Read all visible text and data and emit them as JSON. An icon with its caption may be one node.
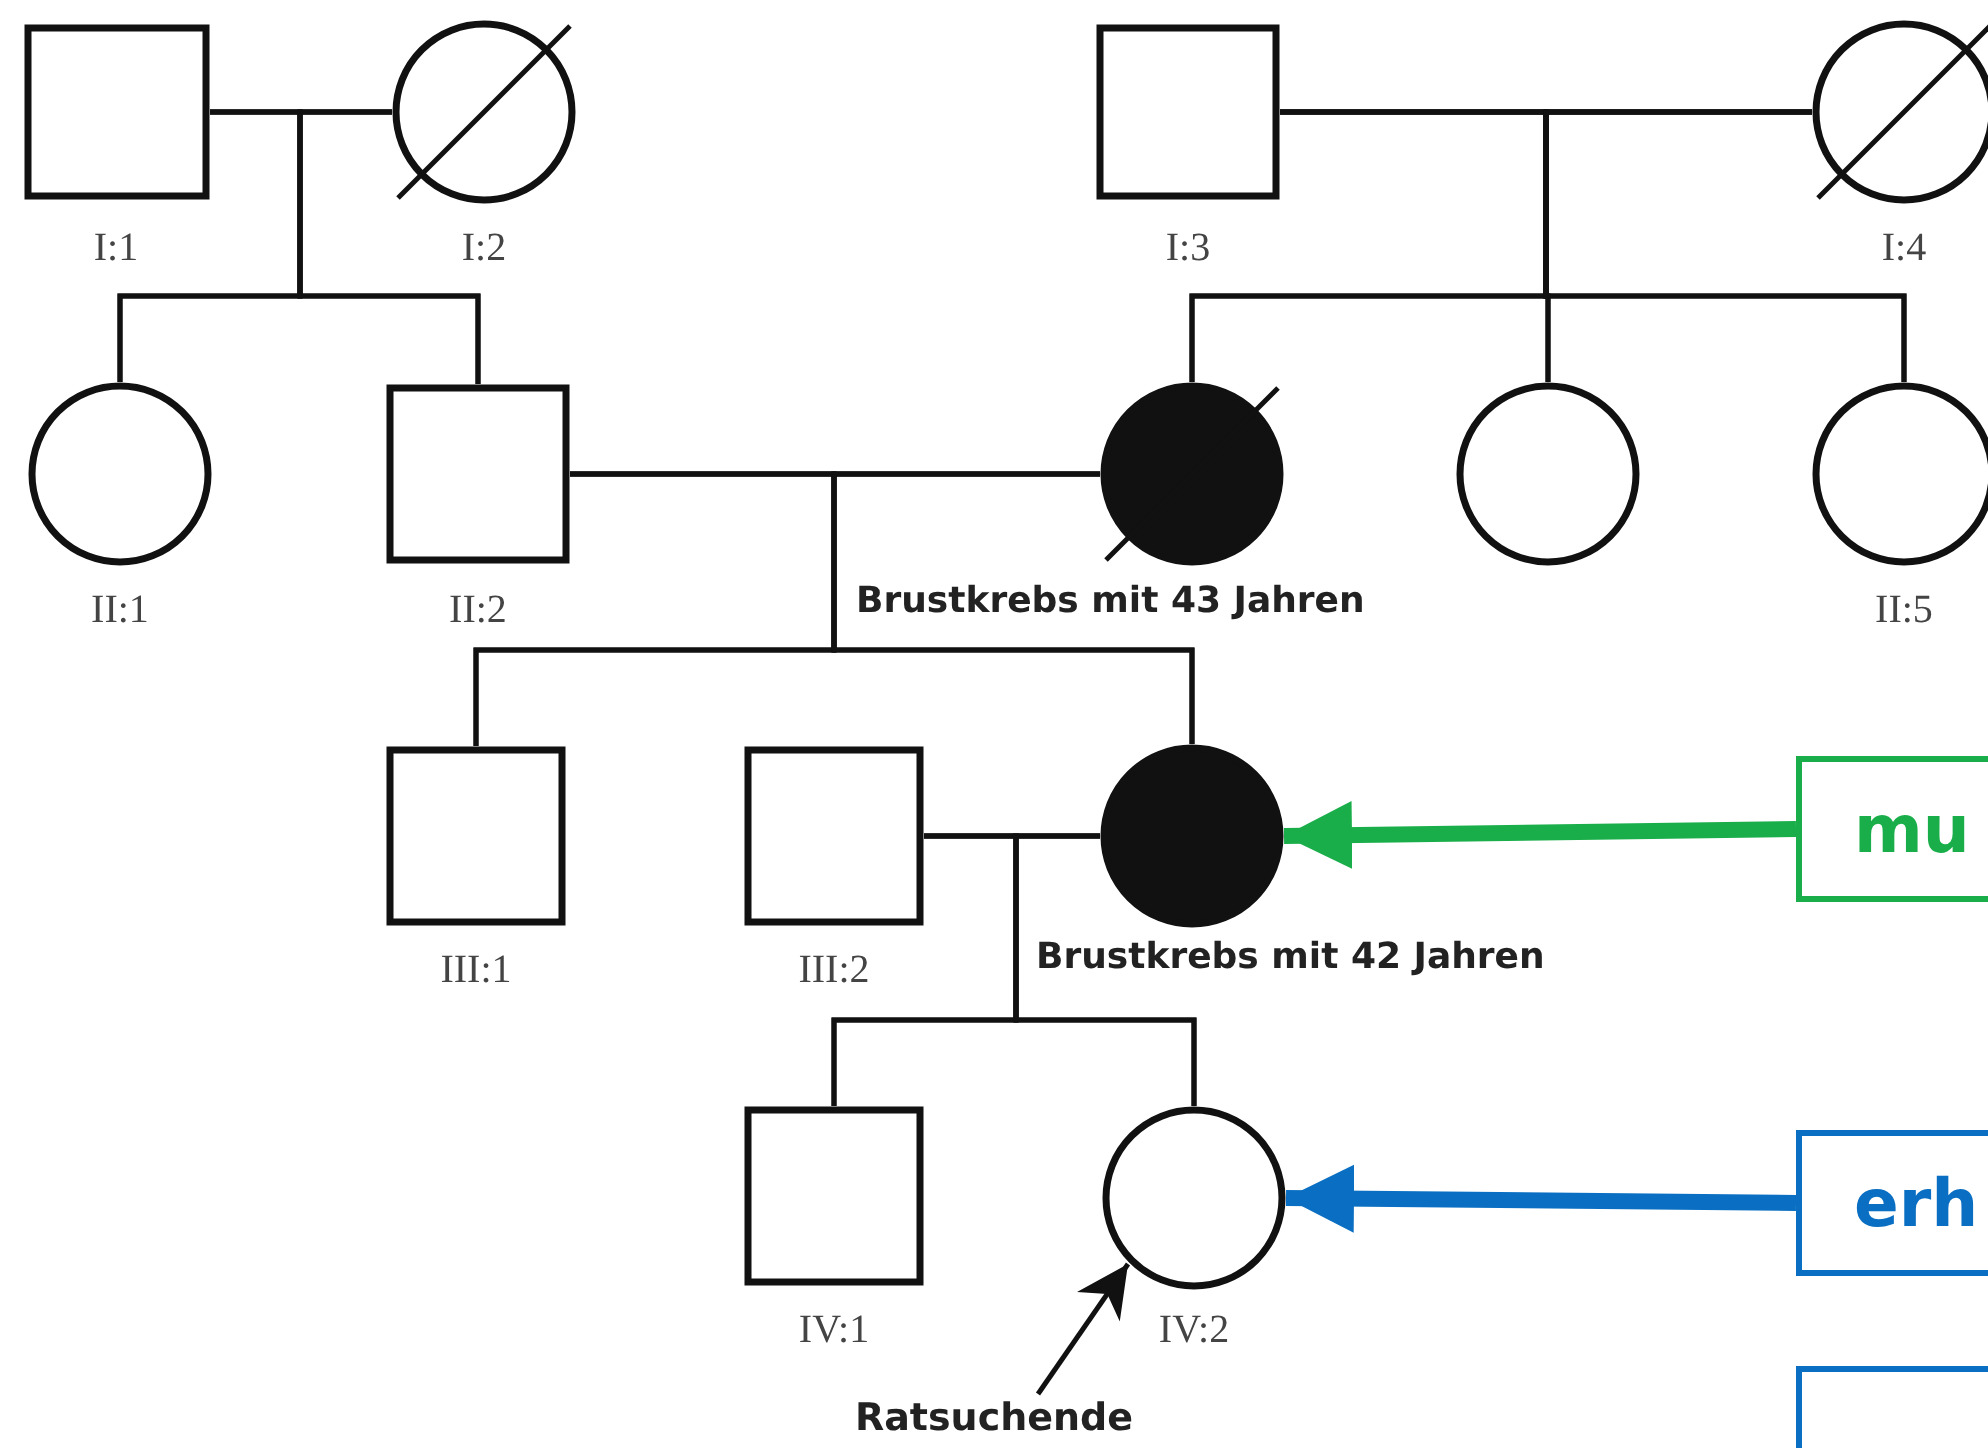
{
  "diagram": {
    "nodes": [
      {
        "text": [],
        "shape": "box",
        "beside": [
          "I:1"
        ]
      },
      {
        "text": [],
        "shape": "circle",
        "beside": [
          "I:2"
        ]
      },
      {
        "text": [],
        "shape": "box",
        "beside": [
          "I:3"
        ]
      },
      {
        "text": [],
        "shape": "circle",
        "beside": [
          "I:4"
        ]
      },
      {
        "text": [],
        "shape": "circle",
        "beside": [
          "II:1"
        ]
      },
      {
        "text": [],
        "shape": "box",
        "beside": [
          "II:2"
        ]
      },
      {
        "text": [],
        "shape": "circle",
        "beside": [
          "Brustkrebs mit 43 Jahren"
        ]
      },
      {
        "text": [],
        "shape": "circle"
      },
      {
        "text": [],
        "shape": "circle",
        "beside": [
          "II:5"
        ]
      },
      {
        "text": [],
        "shape": "box",
        "beside": [
          "III:1"
        ]
      },
      {
        "text": [],
        "shape": "box",
        "beside": [
          "III:2"
        ]
      },
      {
        "text": [],
        "shape": "circle",
        "beside": [
          "Brustkrebs mit 42 Jahren"
        ]
      },
      {
        "text": [
          "mu"
        ]
      },
      {
        "text": [],
        "shape": "box",
        "beside": [
          "IV:1"
        ]
      },
      {
        "text": [],
        "shape": "circle",
        "beside": [
          "IV:2"
        ]
      },
      {
        "text": [
          "erh"
        ]
      },
      {
        "text": [],
        "shape": "box"
      },
      {
        "text": [
          "Ratsuchende"
        ]
      }
    ],
    "edges": [
      {
        "from": 0,
        "to": 1,
        "arrow": "none"
      },
      {
        "from": 2,
        "to": 3,
        "arrow": "none"
      },
      {
        "from": 0,
        "to": 4,
        "arrow": "none"
      },
      {
        "from": 0,
        "to": 5,
        "arrow": "none"
      },
      {
        "from": 1,
        "to": 4,
        "arrow": "none"
      },
      {
        "from": 1,
        "to": 5,
        "arrow": "none"
      },
      {
        "from": 2,
        "to": 6,
        "arrow": "none"
      },
      {
        "from": 2,
        "to": 7,
        "arrow": "none"
      },
      {
        "from": 2,
        "to": 8,
        "arrow": "none"
      },
      {
        "from": 3,
        "to": 6,
        "arrow": "none"
      },
      {
        "from": 3,
        "to": 7,
        "arrow": "none"
      },
      {
        "from": 3,
        "to": 8,
        "arrow": "none"
      },
      {
        "from": 5,
        "to": 6,
        "arrow": "none"
      },
      {
        "from": 5,
        "to": 9,
        "arrow": "none"
      },
      {
        "from": 5,
        "to": 11,
        "arrow": "none"
      },
      {
        "from": 6,
        "to": 9,
        "arrow": "none"
      },
      {
        "from": 6,
        "to": 11,
        "arrow": "none"
      },
      {
        "from": 10,
        "to": 11,
        "arrow": "none"
      },
      {
        "from": 10,
        "to": 13,
        "arrow": "none"
      },
      {
        "from": 10,
        "to": 14,
        "arrow": "none"
      },
      {
        "from": 11,
        "to": 13,
        "arrow": "none"
      },
      {
        "from": 11,
        "to": 14,
        "arrow": "none"
      },
      {
        "from": 12,
        "to": 11,
        "arrow": "to",
        "style": "thick",
        "color": "#1aae4a"
      },
      {
        "from": 15,
        "to": 14,
        "arrow": "to",
        "style": "thick",
        "color": "#0a6fc2"
      },
      {
        "from": 17,
        "to": 14,
        "arrow": "to"
      }
    ]
  }
}
